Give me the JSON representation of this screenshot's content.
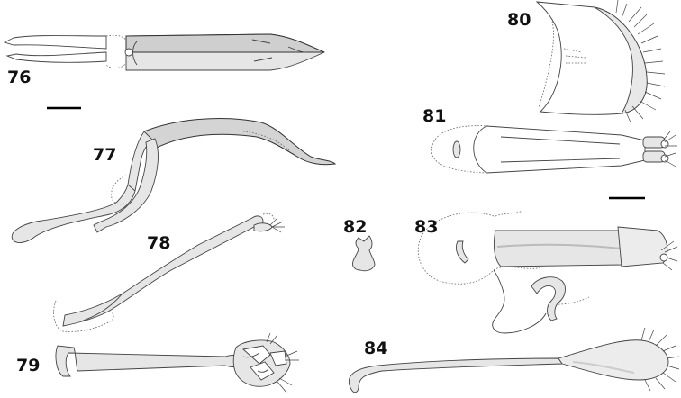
{
  "figures": [
    {
      "label": "76"
    },
    {
      "label": "77"
    },
    {
      "label": "78"
    },
    {
      "label": "79"
    },
    {
      "label": "80"
    },
    {
      "label": "81"
    },
    {
      "label": "82"
    },
    {
      "label": "83"
    },
    {
      "label": "84"
    }
  ]
}
